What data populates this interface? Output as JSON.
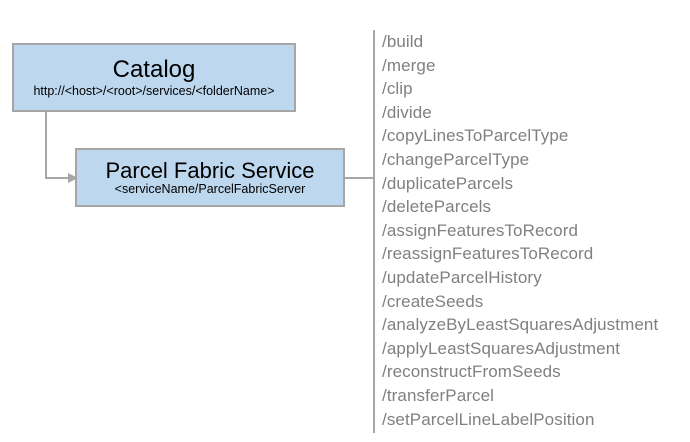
{
  "diagram": {
    "type": "architecture-diagram",
    "nodes": [
      {
        "id": "catalog",
        "title": "Catalog",
        "subtitle": "http://<host>/<root>/services/<folderName>",
        "fill_color": "#bdd7ee",
        "border_color": "#a6a6a6"
      },
      {
        "id": "parcel-fabric-service",
        "title": "Parcel Fabric Service",
        "subtitle": "<serviceName/ParcelFabricServer",
        "fill_color": "#bdd7ee",
        "border_color": "#a6a6a6"
      }
    ],
    "connectors": [
      {
        "id": "catalog-to-parcel-fabric",
        "from": "catalog",
        "to": "parcel-fabric-service",
        "style": "elbow-arrow",
        "color": "#a6a6a6"
      },
      {
        "id": "parcel-fabric-to-operations",
        "from": "parcel-fabric-service",
        "to": "operations-list",
        "style": "line",
        "color": "#a6a6a6"
      }
    ],
    "operations": {
      "text_color": "#808080",
      "items": [
        "/build",
        "/merge",
        "/clip",
        "/divide",
        "/copyLinesToParcelType",
        "/changeParcelType",
        "/duplicateParcels",
        "/deleteParcels",
        "/assignFeaturesToRecord",
        "/reassignFeaturesToRecord",
        "/updateParcelHistory",
        "/createSeeds",
        "/analyzeByLeastSquaresAdjustment",
        "/applyLeastSquaresAdjustment",
        "/reconstructFromSeeds",
        "/transferParcel",
        "/setParcelLineLabelPosition"
      ]
    }
  }
}
